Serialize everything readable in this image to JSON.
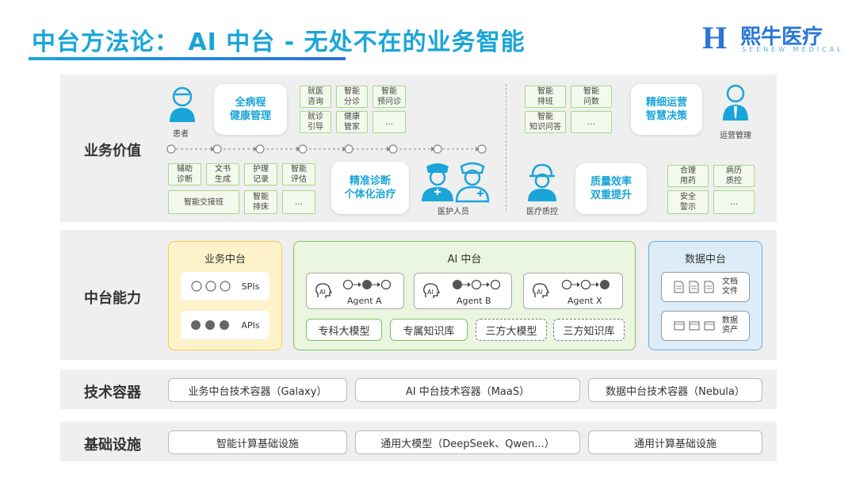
{
  "header": {
    "title": "中台方法论： AI 中台 - 无处不在的业务智能",
    "logo_mark": "H",
    "logo_cn": "熙牛医疗",
    "logo_en": "SEENEW MEDICAL"
  },
  "colors": {
    "accent": "#1aa5d9",
    "green": "#7cc35c",
    "yellow": "#f2cf49",
    "blue": "#5fb0e4",
    "band": "#efefef"
  },
  "rows": {
    "business_value": "业务价值",
    "middle_platform": "中台能力",
    "tech_container": "技术容器",
    "infrastructure": "基础设施"
  },
  "business": {
    "patient_label": "患者",
    "patient_card": "全病程\n健康管理",
    "patient_tiles": [
      "就医\n咨询",
      "智能\n分诊",
      "智能\n预问诊",
      "就诊\n引导",
      "健康\n管家",
      "…"
    ],
    "ops_tiles": [
      "智能\n排班",
      "智能\n问数",
      "智能\n知识问答",
      "…"
    ],
    "ops_card": "精细运营\n智慧决策",
    "ops_label": "运营管理",
    "clinical_tiles": [
      "辅助\n诊断",
      "文书\n生成",
      "护理\n记录",
      "智能\n评估",
      "智能交接班",
      "智能\n排床",
      "…"
    ],
    "clinical_card": "精准诊断\n个体化治疗",
    "staff_label": "医护人员",
    "qc_label": "医疗质控",
    "qc_card": "质量效率\n双重提升",
    "qc_tiles": [
      "合理\n用药",
      "病历\n质控",
      "安全\n警示",
      "…"
    ]
  },
  "platform": {
    "biz": {
      "title": "业务中台",
      "spis": "SPIs",
      "apis": "APIs"
    },
    "ai": {
      "title": "AI 中台",
      "ai_badge": "AI",
      "agents": [
        "Agent A",
        "Agent B",
        "Agent X"
      ],
      "models": [
        "专科大模型",
        "专属知识库",
        "三方大模型",
        "三方知识库"
      ]
    },
    "data": {
      "title": "数据中台",
      "files": "文档\n文件",
      "assets": "数据\n资产"
    }
  },
  "tech": [
    "业务中台技术容器（Galaxy）",
    "AI 中台技术容器（MaaS）",
    "数据中台技术容器（Nebula）"
  ],
  "infra": [
    "智能计算基础设施",
    "通用大模型（DeepSeek、Qwen...）",
    "通用计算基础设施"
  ]
}
